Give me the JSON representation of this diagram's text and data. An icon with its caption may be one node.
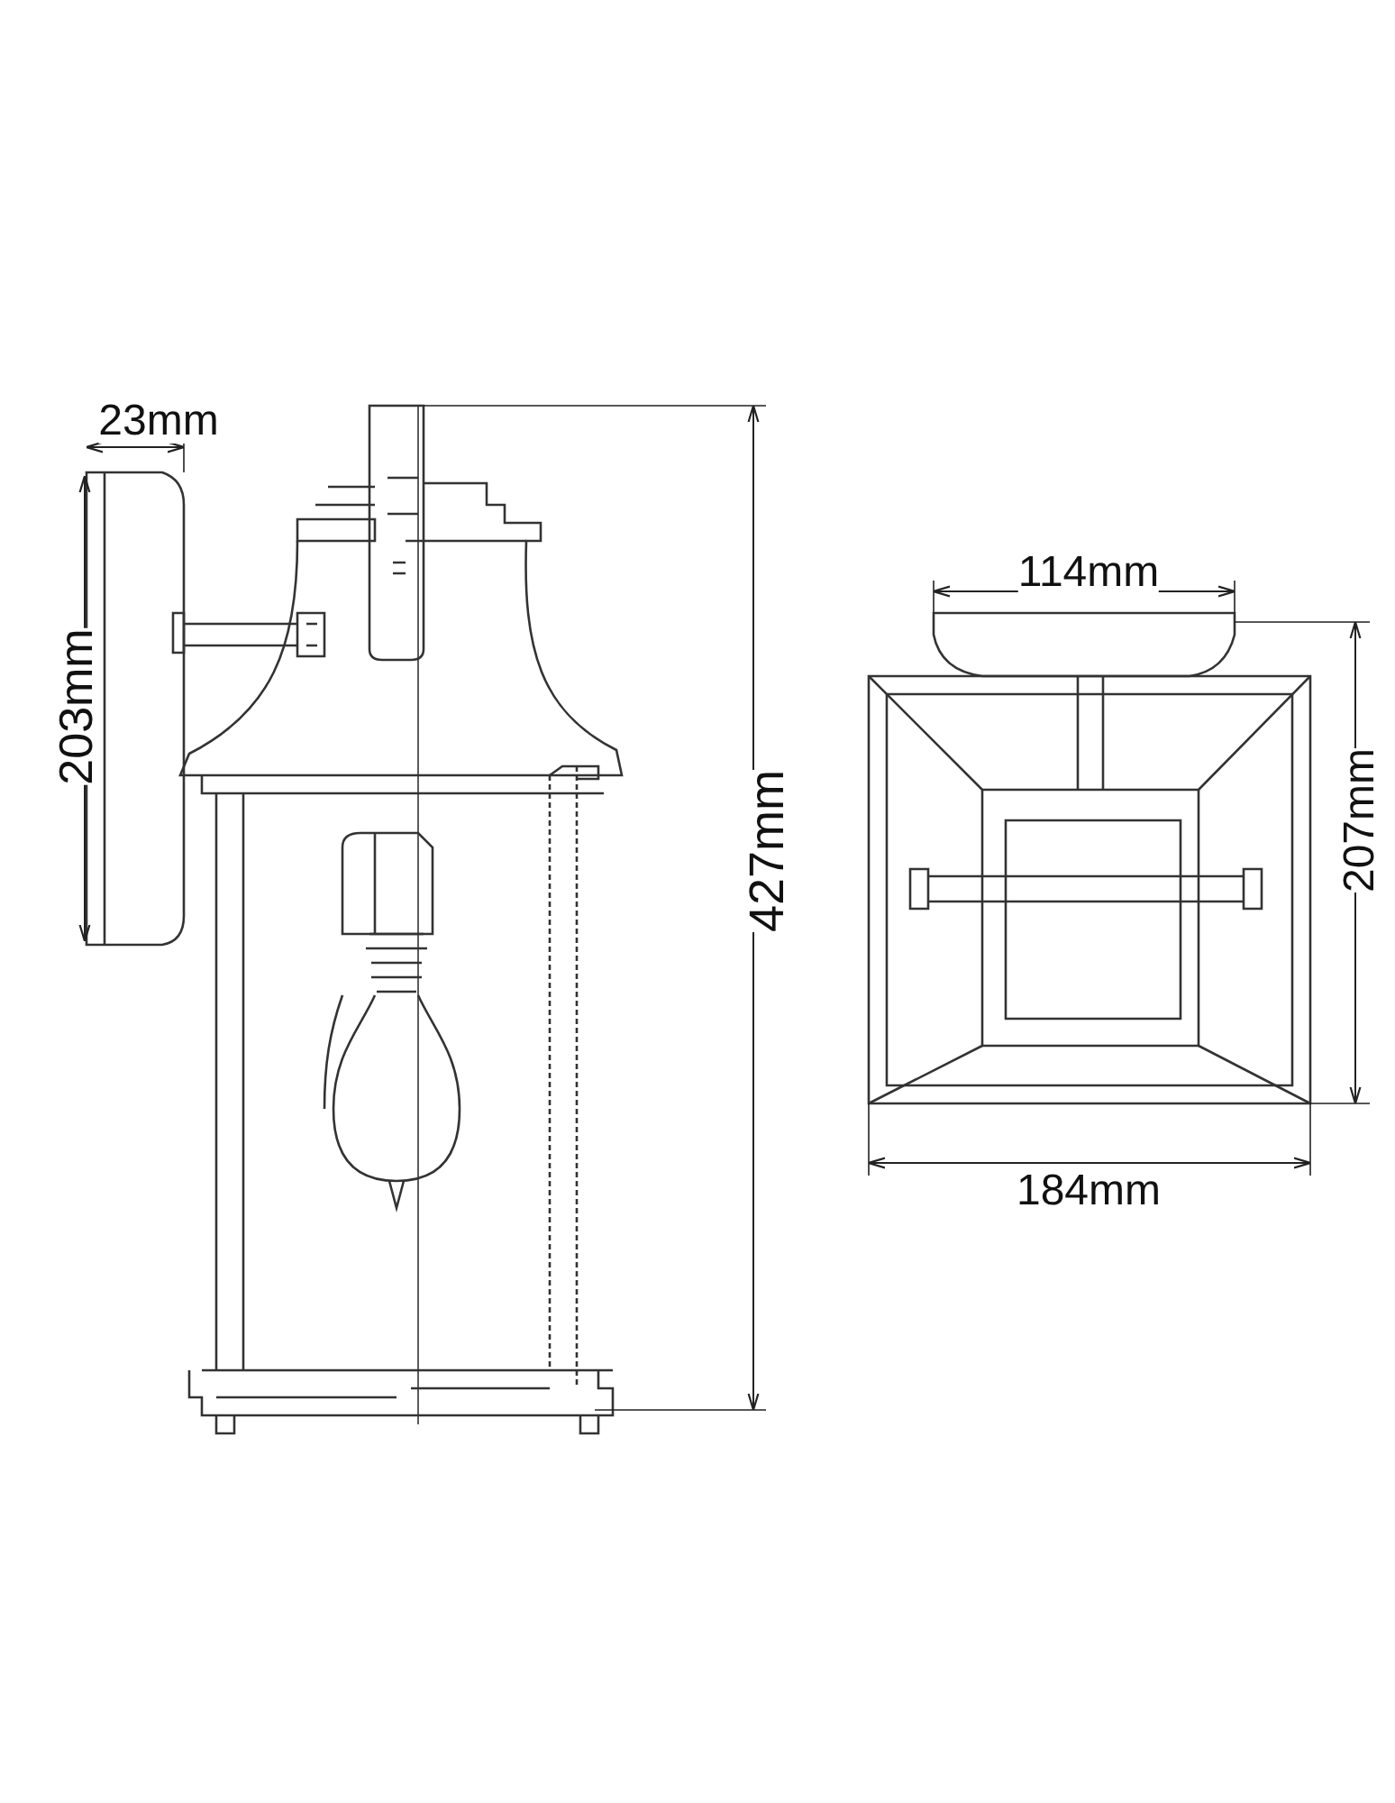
{
  "diagram": {
    "labels": [
      "23mm",
      "203mm",
      "427mm",
      "114mm",
      "207mm",
      "184mm"
    ]
  }
}
